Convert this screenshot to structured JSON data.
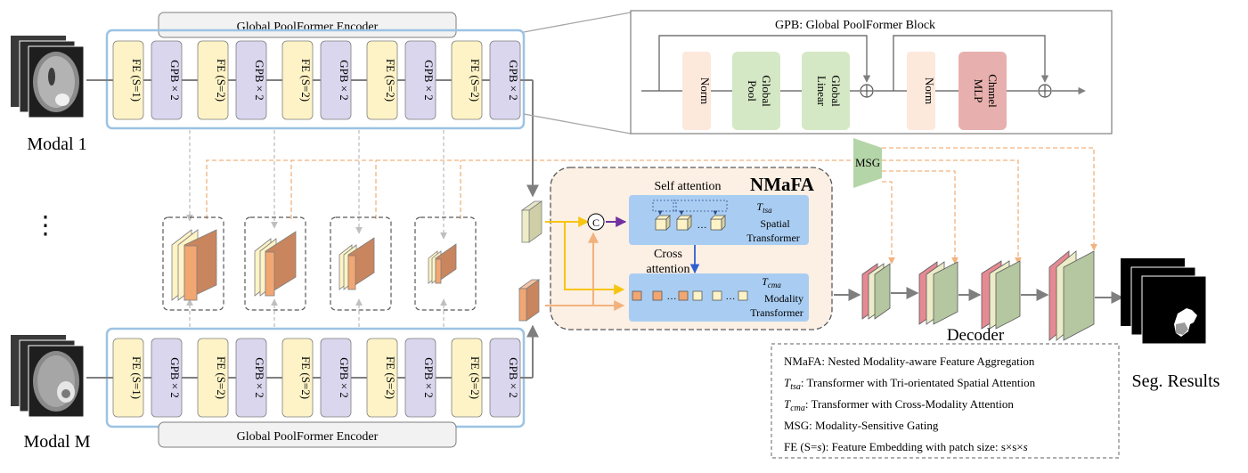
{
  "encoder_top": {
    "title": "Global PoolFormer Encoder",
    "blocks": [
      "FE (S=1)",
      "GPB × 2",
      "FE (S=2)",
      "GPB × 2",
      "FE (S=2)",
      "GPB × 2",
      "FE (S=2)",
      "GPB × 2",
      "FE (S=2)",
      "GPB × 2"
    ]
  },
  "encoder_bottom": {
    "title": "Global PoolFormer Encoder",
    "blocks": [
      "FE (S=1)",
      "GPB × 2",
      "FE (S=2)",
      "GPB × 2",
      "FE (S=2)",
      "GPB × 2",
      "FE (S=2)",
      "GPB × 2",
      "FE (S=2)",
      "GPB × 2"
    ]
  },
  "modal_labels": {
    "top": "Modal 1",
    "dots": "⋮",
    "bottom": "Modal M"
  },
  "gpb": {
    "title": "GPB: Global PoolFormer Block",
    "norm1": "Norm",
    "pool_l1": "Global",
    "pool_l2": "Pool",
    "linear_l1": "Global",
    "linear_l2": "Linear",
    "norm2": "Norm",
    "mlp_l1": "Chnnel",
    "mlp_l2": "MLP"
  },
  "msg": "MSG",
  "nmafa": {
    "title": "NMaFA",
    "self_attention": "Self attention",
    "cross_attention_l1": "Cross",
    "cross_attention_l2": "attention",
    "concat_symbol": "C",
    "tsa_sym": "T",
    "tsa_sub": "tsa",
    "tsa_l1": "Spatial",
    "tsa_l2": "Transformer",
    "cma_sym": "T",
    "cma_sub": "cma",
    "cma_l1": "Modality",
    "cma_l2": "Transformer"
  },
  "decoder": "Decoder",
  "seg_results": "Seg. Results",
  "legend": {
    "nmafa": "NMaFA: Nested Modality-aware Feature Aggregation",
    "tsa_sym": "T",
    "tsa_sub": "tsa",
    "tsa_text": ": Transformer with Tri-orientated Spatial Attention",
    "cma_sym": "T",
    "cma_sub": "cma",
    "cma_text": ": Transformer with Cross-Modality Attention",
    "msg": "MSG: Modality-Sensitive Gating",
    "fe_prefix": "FE (S=",
    "fe_s": "s",
    "fe_mid": "): Feature Embedding with patch size: s×s×",
    "fe_end": "s"
  },
  "colors": {
    "fe_fill": "#fdf3c6",
    "gpb_fill": "#d9d6ee",
    "encoder_border": "#9cc3e4",
    "norm_fill": "#fde9dc",
    "pool_fill": "#d5e8c5",
    "mlp_fill": "#e7b0ae",
    "nmafa_bg": "#fcefe4",
    "transformer_fill": "#a9cdf2",
    "orange_dash": "#f2b27d",
    "yellow_arrow": "#f7c512",
    "orange_arrow": "#f2b27d",
    "purple_arrow": "#7030a0",
    "blue_arrow": "#2f5fcf",
    "msg_fill": "#b4d5a7",
    "cube_orange": "#f2a672",
    "cube_beige": "#fdf3c6",
    "dec_pink": "#e58a93",
    "dec_cream": "#ecedc8",
    "dec_green": "#b4c7a0"
  }
}
